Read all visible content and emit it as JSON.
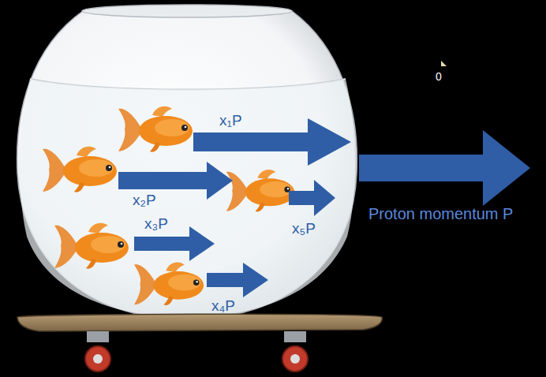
{
  "diagram": {
    "labels": [
      "0",
      "x₁P",
      "x₂P",
      "x₃P",
      "x₅P",
      "x₄P",
      "Proton momentum P"
    ]
  }
}
